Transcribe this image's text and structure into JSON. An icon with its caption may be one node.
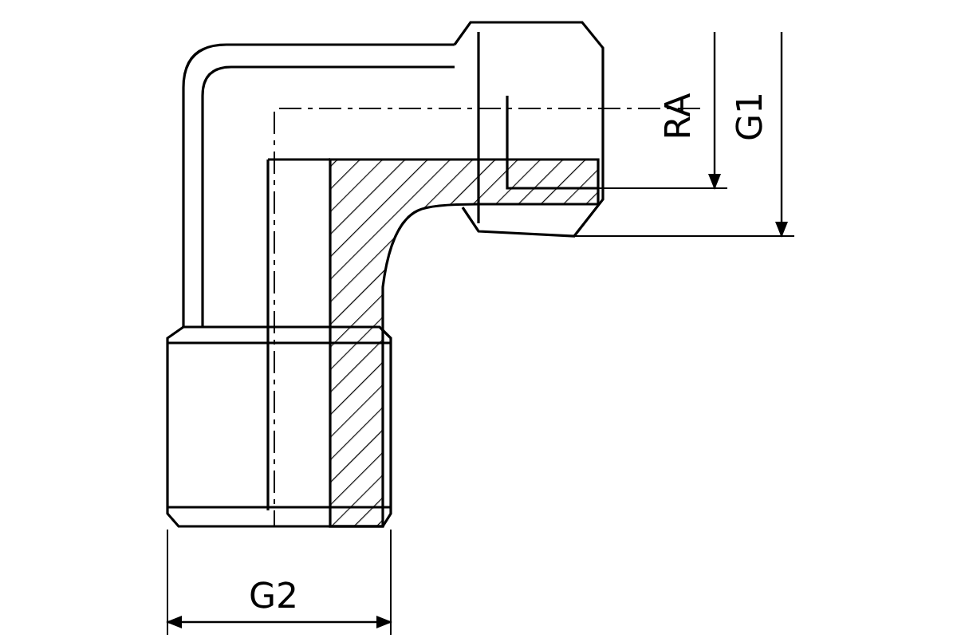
{
  "diagram": {
    "labels": [
      "RA",
      "G1",
      "G2"
    ]
  }
}
